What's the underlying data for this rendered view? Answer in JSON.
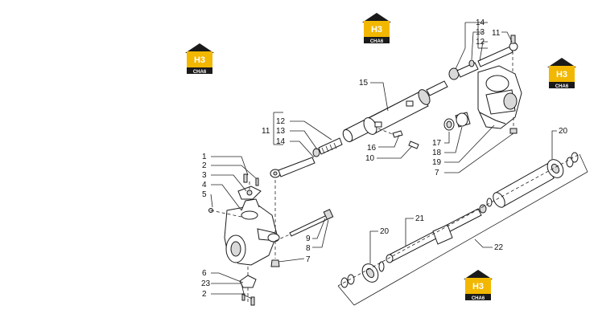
{
  "watermark": {
    "logo": "H3",
    "caption": "CHA6"
  },
  "callouts": [
    "1",
    "2",
    "3",
    "4",
    "5",
    "6",
    "23",
    "2",
    "7",
    "8",
    "9",
    "10",
    "16",
    "11",
    "12",
    "13",
    "14",
    "15",
    "11",
    "12",
    "13",
    "14",
    "17",
    "18",
    "19",
    "7",
    "20",
    "21",
    "20",
    "22"
  ]
}
